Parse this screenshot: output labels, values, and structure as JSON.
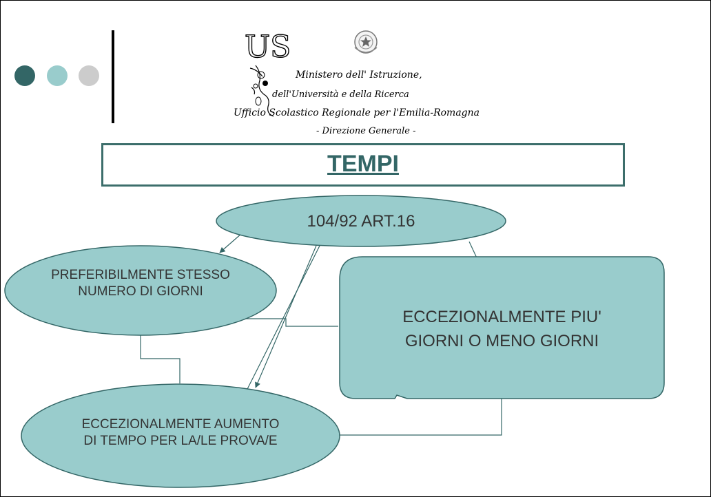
{
  "header": {
    "logo": {
      "emblem": "US",
      "line1": "Ministero dell' Istruzione,",
      "line2": "dell'Università e della Ricerca",
      "line3": "Ufficio Scolastico Regionale per l'Emilia-Romagna",
      "line4": "- Direzione Generale -"
    }
  },
  "title": "TEMPI",
  "diagram": {
    "root": "104/92 ART.16",
    "node_same_days": [
      "PREFERIBILMENTE STESSO",
      "NUMERO DI GIORNI"
    ],
    "node_more_less_days": [
      "ECCEZIONALMENTE PIU'",
      "GIORNI O MENO GIORNI"
    ],
    "node_more_time": [
      "ECCEZIONALMENTE AUMENTO",
      "DI TEMPO PER LA/LE  PROVA/E"
    ]
  },
  "colors": {
    "node_fill": "#99cccc",
    "node_stroke": "#336666",
    "dot_dark": "#336666",
    "dot_light": "#99cccc",
    "dot_gray": "#cccccc"
  }
}
